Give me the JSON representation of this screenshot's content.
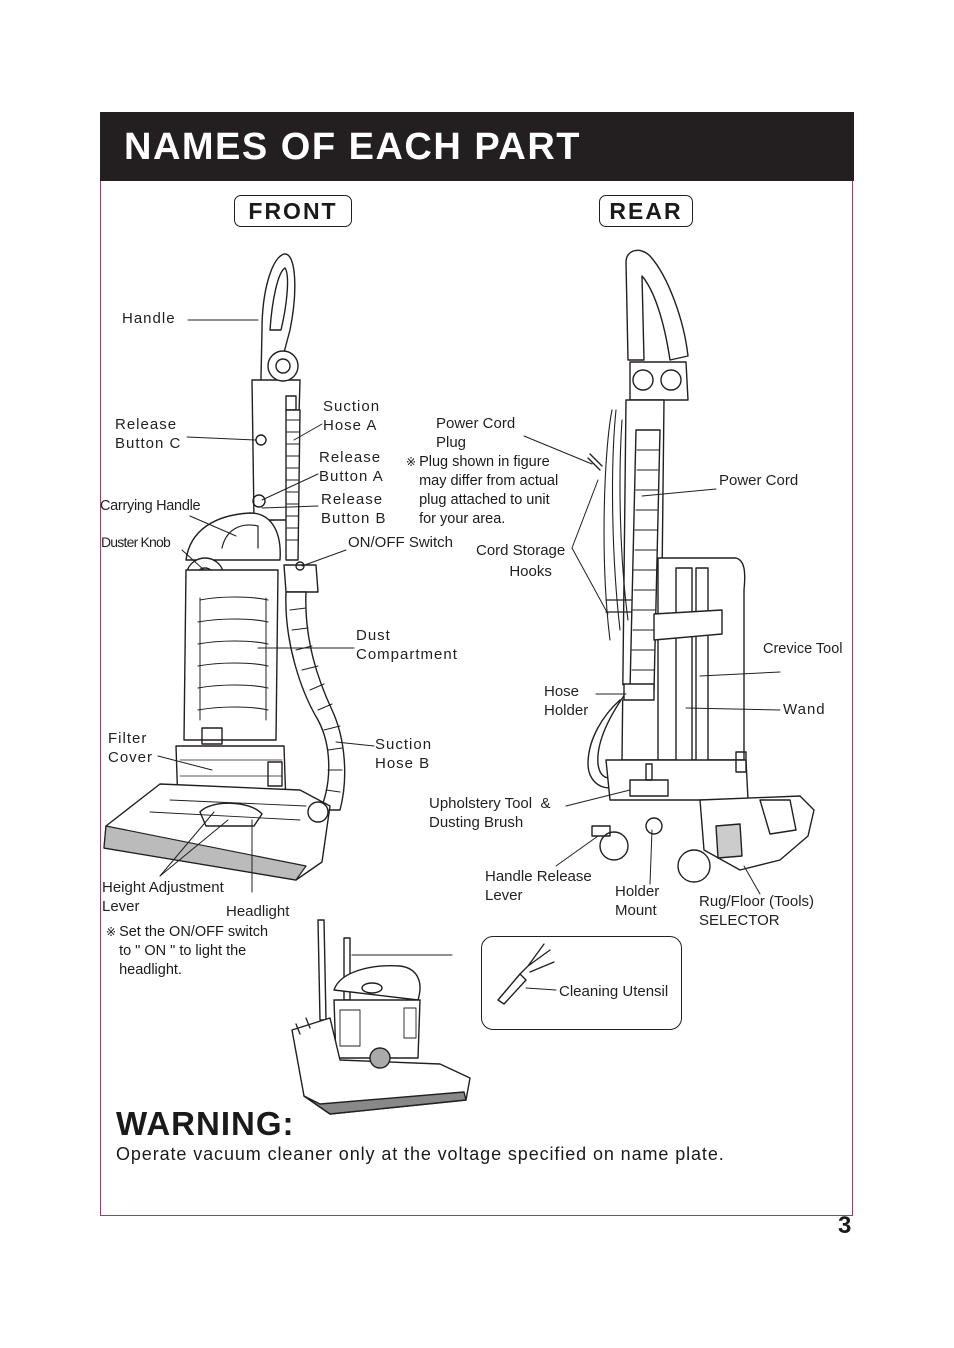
{
  "page": {
    "title": "NAMES OF EACH PART",
    "page_number": "3"
  },
  "views": {
    "front": "FRONT",
    "rear": "REAR"
  },
  "front_labels": {
    "handle": "Handle",
    "release_button_c": "Release\nButton C",
    "suction_hose_a": "Suction\nHose A",
    "release_button_a": "Release\nButton A",
    "release_button_b": "Release\nButton B",
    "carrying_handle": "Carrying Handle",
    "duster_knob": "Duster Knob",
    "on_off_switch": "ON/OFF Switch",
    "dust_compartment": "Dust\nCompartment",
    "filter_cover": "Filter\nCover",
    "suction_hose_b": "Suction\nHose B",
    "height_adjustment_lever": "Height Adjustment\nLever",
    "headlight": "Headlight",
    "headlight_note": "Set the ON/OFF switch\nto \" ON \" to light the\nheadlight."
  },
  "rear_labels": {
    "power_cord_plug": "Power Cord\nPlug",
    "plug_note": "Plug shown in figure\nmay differ from actual\nplug attached to unit\nfor your area.",
    "power_cord": "Power Cord",
    "cord_storage_hooks": "Cord Storage\n        Hooks",
    "crevice_tool": "Crevice Tool",
    "hose_holder": "Hose\nHolder",
    "wand": "Wand",
    "upholstery_tool": "Upholstery Tool  &\nDusting Brush",
    "handle_release_lever": "Handle Release\nLever",
    "holder_mount": "Holder\nMount",
    "rug_floor_selector": "Rug/Floor (Tools)\nSELECTOR",
    "cleaning_utensil": "Cleaning Utensil"
  },
  "note_mark": "※",
  "warning": {
    "title": "WARNING:",
    "text": "Operate vacuum cleaner only at the voltage specified on name plate."
  },
  "colors": {
    "title_bar": "#231f20",
    "frame_border": "#b0307a",
    "text": "#231f20"
  }
}
